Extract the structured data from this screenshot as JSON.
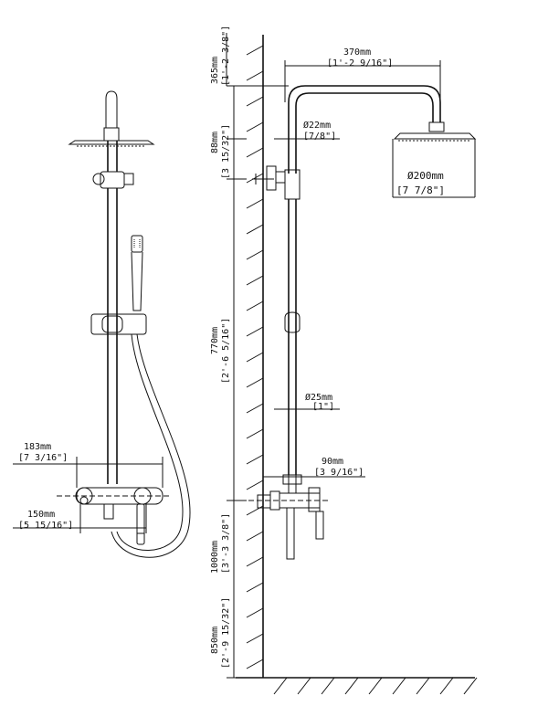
{
  "labels": {
    "head_width_mm": "370mm",
    "head_width_in": "[1'-2 9/16\"]",
    "top_height_mm": "365mm",
    "top_height_in": "[1'-2 3/8\"]",
    "arm_drop_mm": "88mm",
    "arm_drop_in": "[3 15/32\"]",
    "arm_dia_mm": "Ø22mm",
    "arm_dia_in": "[7/8\"]",
    "head_dia_mm": "Ø200mm",
    "head_dia_in": "[7 7/8\"]",
    "riser_len_mm": "770mm",
    "riser_len_in": "[2'-6 5/16\"]",
    "riser_dia_mm": "Ø25mm",
    "riser_dia_in": "[1\"]",
    "valve_depth_mm": "90mm",
    "valve_depth_in": "[3 9/16\"]",
    "valve_height_mm": "1000mm",
    "valve_height_in": "[3'-3 3/8\"]",
    "floor_height_mm": "850mm",
    "floor_height_in": "[2'-9 15/32\"]",
    "valve_width_mm": "183mm",
    "valve_width_in": "[7 3/16\"]",
    "centers_mm": "150mm",
    "centers_in": "[5 15/16\"]"
  }
}
